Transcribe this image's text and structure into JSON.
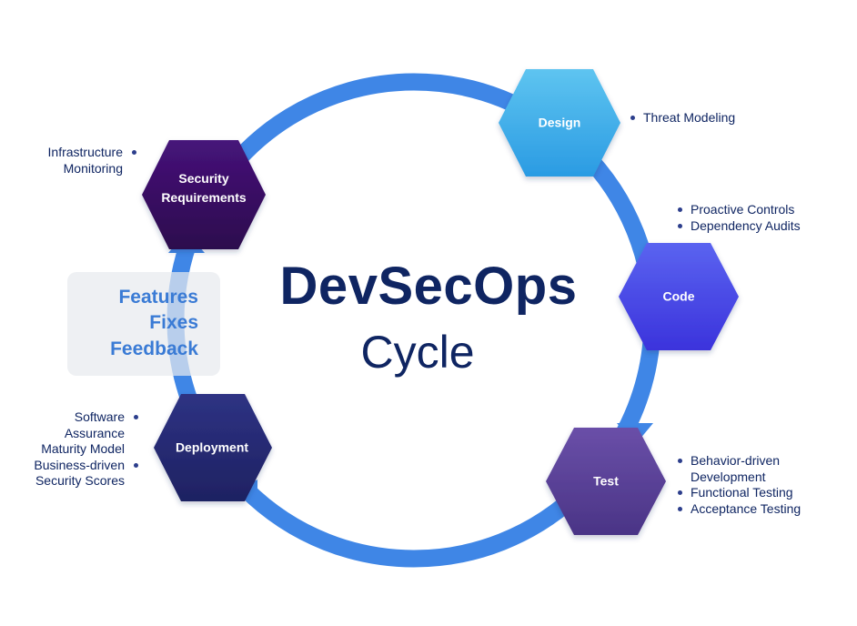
{
  "title": "DevSecOps",
  "subtitle": "Cycle",
  "feedback_box": {
    "lines": [
      "Features",
      "Fixes",
      "Feedback"
    ]
  },
  "colors": {
    "ring": "#3f86e6",
    "title": "#0f2562",
    "feedback_text": "#3a7bd5",
    "design": "#34a9e8",
    "code": "#4a46e8",
    "test": "#583e94",
    "deployment": "#262a75",
    "security_requirements": "#3a0f62"
  },
  "stages": {
    "design": {
      "label": "Design",
      "notes": [
        "Threat Modeling"
      ]
    },
    "code": {
      "label": "Code",
      "notes": [
        "Proactive Controls",
        "Dependency Audits"
      ]
    },
    "test": {
      "label": "Test",
      "notes": [
        "Behavior-driven",
        "Development",
        "Functional Testing",
        "Acceptance Testing"
      ]
    },
    "deployment": {
      "label": "Deployment",
      "notes": [
        "Software",
        "Assurance",
        "Maturity Model",
        "Business-driven",
        "Security Scores"
      ]
    },
    "security_requirements": {
      "label_line1": "Security",
      "label_line2": "Requirements",
      "notes": [
        "Infrastructure",
        "Monitoring"
      ]
    }
  }
}
